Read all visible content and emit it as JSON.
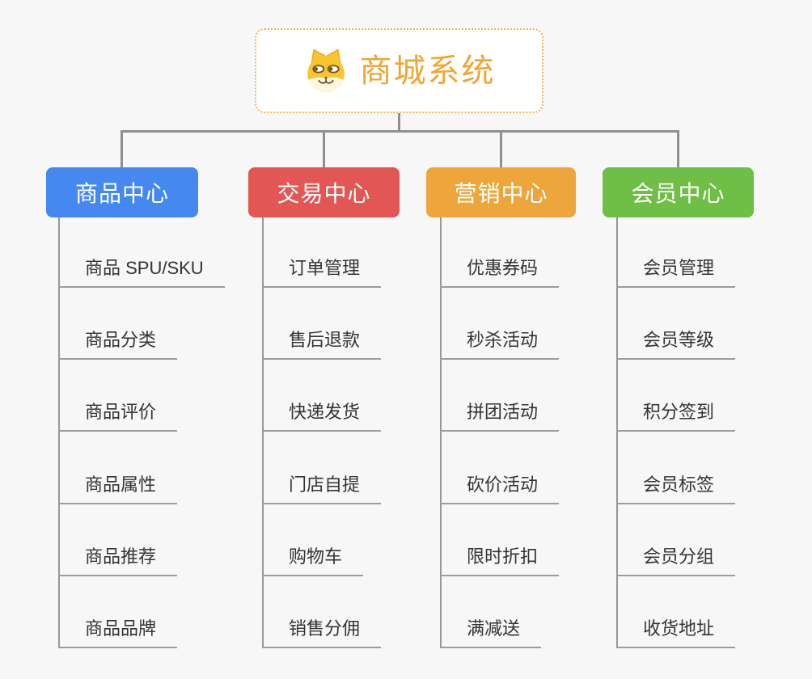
{
  "root": {
    "title": "商城系统",
    "icon": "dog-face-icon"
  },
  "colors": {
    "background": "#f7f7f8",
    "connector": "#8f8f8f",
    "leaf_underline": "#9c9c9c",
    "leaf_text": "#333333",
    "root_border": "#f3b14b",
    "root_title": "#f0a636"
  },
  "columns": [
    {
      "label": "商品中心",
      "color": "#4589f0",
      "items": [
        "商品 SPU/SKU",
        "商品分类",
        "商品评价",
        "商品属性",
        "商品推荐",
        "商品品牌"
      ]
    },
    {
      "label": "交易中心",
      "color": "#e25654",
      "items": [
        "订单管理",
        "售后退款",
        "快递发货",
        "门店自提",
        "购物车",
        "销售分佣"
      ]
    },
    {
      "label": "营销中心",
      "color": "#eda63b",
      "items": [
        "优惠券码",
        "秒杀活动",
        "拼团活动",
        "砍价活动",
        "限时折扣",
        "满减送"
      ]
    },
    {
      "label": "会员中心",
      "color": "#6fbe45",
      "items": [
        "会员管理",
        "会员等级",
        "积分签到",
        "会员标签",
        "会员分组",
        "收货地址"
      ]
    }
  ]
}
